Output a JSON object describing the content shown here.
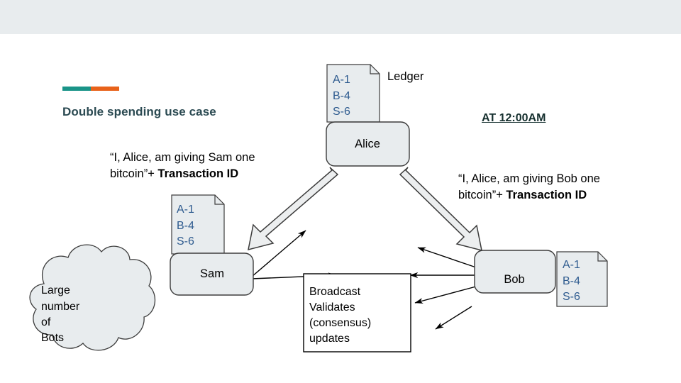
{
  "slide": {
    "title": "Double spending use case",
    "timestamp": "AT 12:00AM",
    "ledger_label": "Ledger",
    "accent_colors": {
      "left": "#1a9488",
      "right": "#e8621a"
    },
    "title_color": "#2b4a52",
    "band_color": "#e8ecee"
  },
  "messages": {
    "to_sam": {
      "quote": "“I, Alice, am giving Sam one bitcoin”+ ",
      "bold_tail": "Transaction ID"
    },
    "to_bob": {
      "quote": "“I, Alice, am giving Bob one bitcoin”+ ",
      "bold_tail": "Transaction ID"
    }
  },
  "nodes": {
    "alice": {
      "label": "Alice"
    },
    "sam": {
      "label": "Sam"
    },
    "bob": {
      "label": "Bob"
    },
    "broadcast": {
      "lines": [
        "Broadcast",
        "Validates",
        "(consensus)",
        "updates"
      ]
    },
    "bots_cloud": {
      "lines": [
        "Large",
        "number",
        "of",
        "Bots"
      ]
    }
  },
  "ledgers": {
    "entries": [
      "A-1",
      "B-4",
      "S-6"
    ],
    "text_color": "#2e5b8f",
    "fill": "#e8ecee",
    "owners": [
      "alice",
      "sam",
      "bob"
    ]
  },
  "shapes": {
    "node_fill": "#e8ecee",
    "node_stroke": "#3d3d3d",
    "arrow_fill": "#eceeef",
    "arrow_stroke": "#3a3a3a",
    "thin_arrow_stroke": "#000000"
  }
}
